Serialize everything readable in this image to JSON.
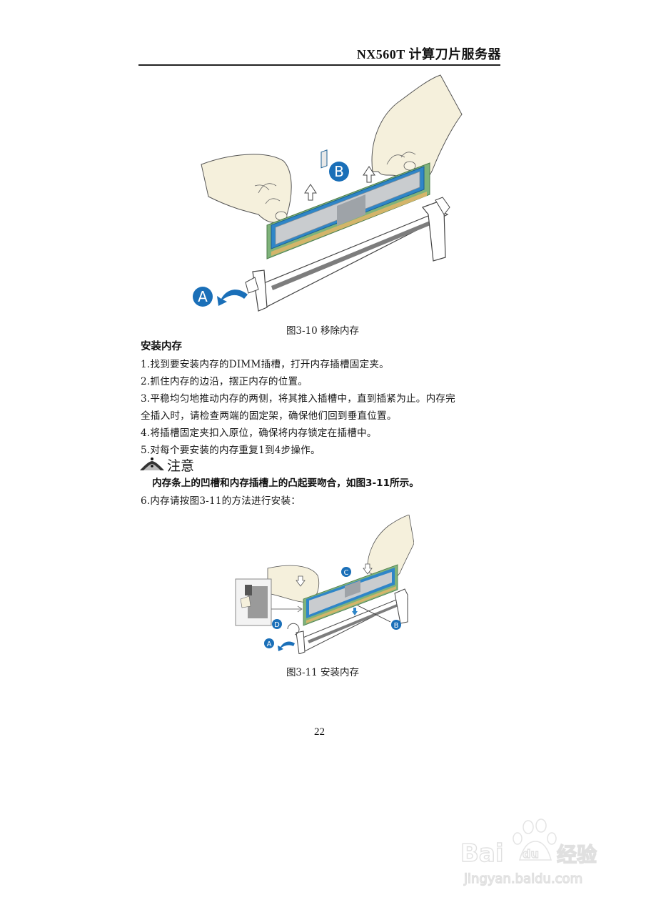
{
  "header": {
    "title": "NX560T 计算刀片服务器"
  },
  "figure_3_10": {
    "caption": "图3-10 移除内存",
    "labels": {
      "a": "A",
      "b": "B"
    },
    "accent_color": "#1a6fb8"
  },
  "install_section": {
    "title": "安装内存",
    "steps": [
      "1.找到要安装内存的DIMM插槽，打开内存插槽固定夹。",
      "2.抓住内存的边沿，摆正内存的位置。",
      "3.平稳均匀地推动内存的两侧，将其推入插槽中，直到插紧为止。内存完",
      "全插入时，请检查两端的固定架，确保他们回到垂直位置。",
      "4.将插槽固定夹扣入原位，确保将内存锁定在插槽中。",
      "5.对每个要安装的内存重复1到4步操作。"
    ],
    "note": {
      "icon": "caution-icon",
      "label": "注意",
      "text": "内存条上的凹槽和内存插槽上的凸起要吻合，如图3-11所示。"
    },
    "step6": "6.内存请按图3-11的方法进行安装："
  },
  "figure_3_11": {
    "caption": "图3-11 安装内存",
    "labels": {
      "a": "A",
      "b": "B",
      "c": "C",
      "d": "D"
    }
  },
  "footer": {
    "page_number": "22"
  },
  "watermark": {
    "brand": "Bai du 经验",
    "url": "jingyan.baidu.com"
  }
}
